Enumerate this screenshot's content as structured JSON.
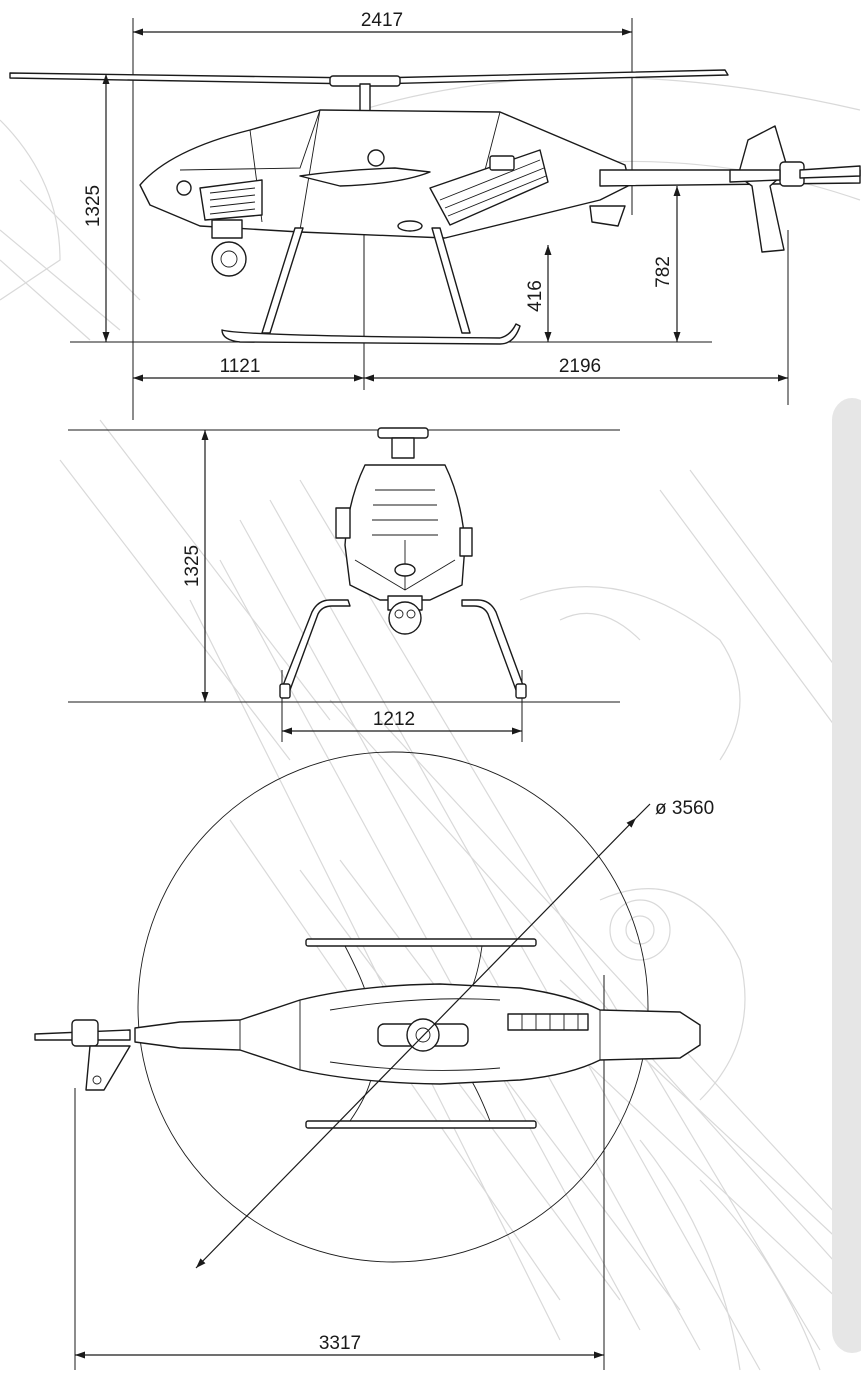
{
  "colors": {
    "line": "#1a1a1a",
    "ghost": "#d9d9d9",
    "panel": "#e6e6e6",
    "background": "#ffffff"
  },
  "side_view": {
    "overall_length": "2417",
    "height": "1325",
    "fuselage_clearance": "416",
    "tail_height": "782",
    "front_to_mast": "1121",
    "mast_to_tail": "2196"
  },
  "front_view": {
    "height": "1325",
    "skid_width": "1212"
  },
  "top_view": {
    "rotor_diameter": "ø 3560",
    "overall_length": "3317"
  }
}
